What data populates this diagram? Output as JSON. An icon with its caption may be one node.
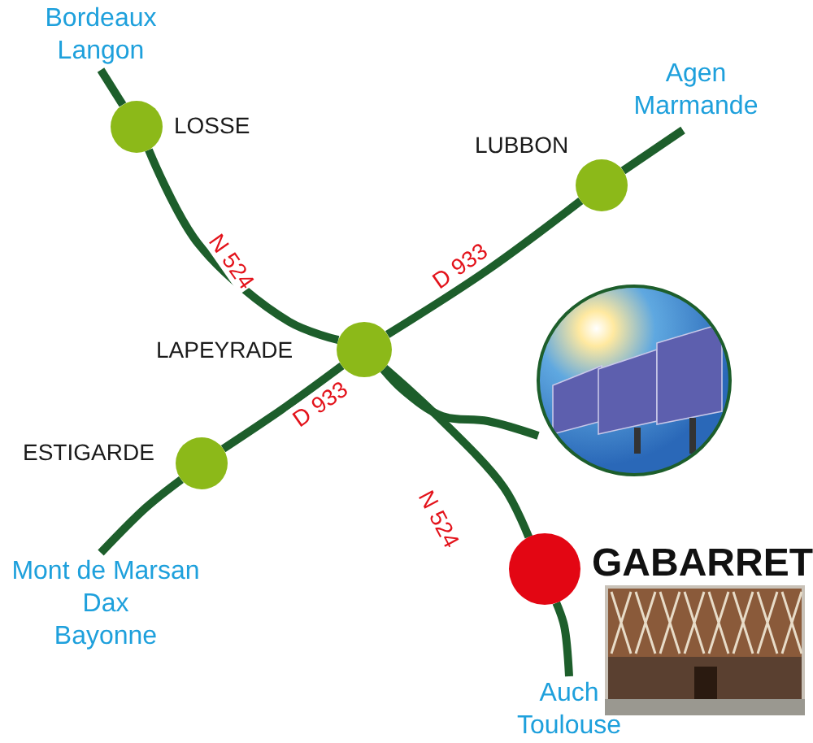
{
  "diagram": {
    "nodes": [
      {
        "text": [
          "Bordeaux",
          "Langon"
        ]
      },
      {
        "text": [],
        "shape": "circle",
        "beside": [
          "LOSSE"
        ]
      },
      {
        "text": [
          "Agen",
          "Marmande"
        ]
      },
      {
        "text": [],
        "shape": "circle",
        "beside": [
          "LUBBON"
        ]
      },
      {
        "text": [],
        "shape": "circle",
        "beside": [
          "LAPEYRADE"
        ]
      },
      {
        "text": [],
        "shape": "picture"
      },
      {
        "text": [],
        "shape": "circle",
        "beside": [
          "ESTIGARDE"
        ]
      },
      {
        "text": [
          "Mont de Marsan",
          "Dax",
          "Bayonne"
        ]
      },
      {
        "text": [],
        "shape": "circle",
        "beside": [
          "GABARRET"
        ]
      },
      {
        "text": [
          "Auch",
          "Toulouse"
        ]
      }
    ],
    "edges": [
      {
        "from": 0,
        "to": 1,
        "arrow": "none"
      },
      {
        "from": 1,
        "to": 4,
        "arrow": "none",
        "label": "N 524"
      },
      {
        "from": 3,
        "to": 2,
        "arrow": "none"
      },
      {
        "from": 4,
        "to": 3,
        "arrow": "none",
        "label": "D 933"
      },
      {
        "from": 4,
        "to": 6,
        "arrow": "none",
        "label": "D 933"
      },
      {
        "from": 6,
        "to": 7,
        "arrow": "none"
      },
      {
        "from": 4,
        "to": 8,
        "arrow": "none",
        "label": "N 524"
      },
      {
        "from": 4,
        "to": 5,
        "arrow": "none"
      },
      {
        "from": 8,
        "to": 9,
        "arrow": "none"
      }
    ]
  }
}
